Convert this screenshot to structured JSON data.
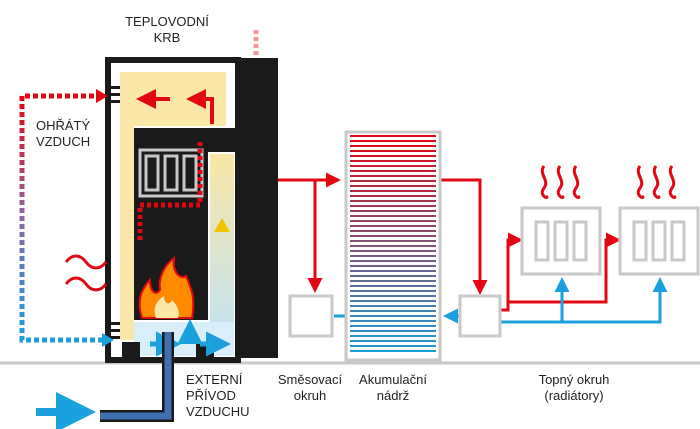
{
  "labels": {
    "fireplace_l1": "TEPLOVODNÍ",
    "fireplace_l2": "KRB",
    "warm_air_l1": "OHŘÁTÝ",
    "warm_air_l2": "VZDUCH",
    "intake_l1": "EXTERNÍ",
    "intake_l2": "PŘÍVOD",
    "intake_l3": "VZDUCHU",
    "mixing_l1": "Směsovací",
    "mixing_l2": "okruh",
    "tank_l1": "Akumulační",
    "tank_l2": "nádrž",
    "heating_l1": "Topný okruh",
    "heating_l2": "(radiátory)"
  },
  "colors": {
    "hot": "#e30613",
    "cold": "#1aa0dc",
    "body": "#1a1a1a",
    "frame": "#c8c8c8",
    "chamber": "#fbe7a6",
    "flame": "#ff8a00"
  },
  "icons": [
    "heat-wave-icon",
    "flame-icon",
    "radiator-icon",
    "arrow-icon",
    "heat-exchanger-icon"
  ]
}
